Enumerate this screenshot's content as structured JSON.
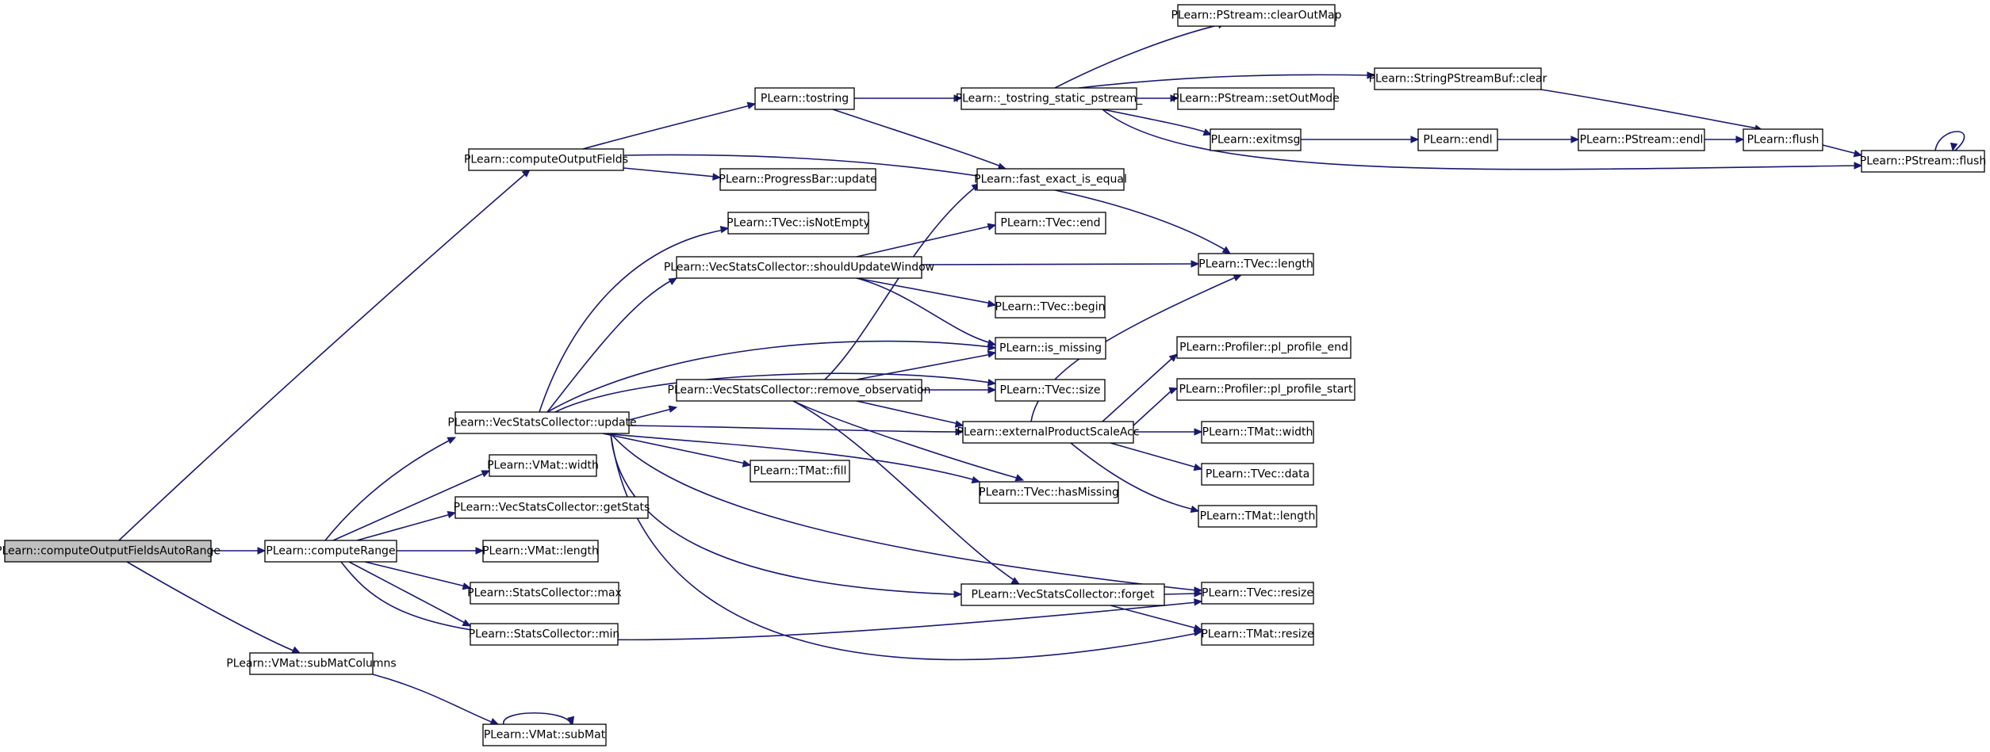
{
  "graph": {
    "edge_color": "#191970",
    "root_fill": "#bfbfbf",
    "nodes": {
      "root": "PLearn::computeOutputFieldsAutoRange",
      "computeOutputFields": "PLearn::computeOutputFields",
      "computeRange": "PLearn::computeRange",
      "subMatColumns": "PLearn::VMat::subMatColumns",
      "subMat": "PLearn::VMat::subMat",
      "tostring": "PLearn::tostring",
      "progressUpdate": "PLearn::ProgressBar::update",
      "tostringStatic": "PLearn::_tostring_static_pstream_",
      "clearOutMap": "PLearn::PStream::clearOutMap",
      "spbClear": "PLearn::StringPStreamBuf::clear",
      "setOutMode": "PLearn::PStream::setOutMode",
      "exitmsg": "PLearn::exitmsg",
      "endl": "PLearn::endl",
      "psEndl": "PLearn::PStream::endl",
      "flush": "PLearn::flush",
      "psFlush": "PLearn::PStream::flush",
      "fastExact": "PLearn::fast_exact_is_equal",
      "isNotEmpty": "PLearn::TVec::isNotEmpty",
      "tvecEnd": "PLearn::TVec::end",
      "shouldUpdate": "PLearn::VecStatsCollector::shouldUpdateWindow",
      "tvecLength": "PLearn::TVec::length",
      "tvecBegin": "PLearn::TVec::begin",
      "isMissing": "PLearn::is_missing",
      "plEnd": "PLearn::Profiler::pl_profile_end",
      "removeObs": "PLearn::VecStatsCollector::remove_observation",
      "tvecSize": "PLearn::TVec::size",
      "plStart": "PLearn::Profiler::pl_profile_start",
      "vscUpdate": "PLearn::VecStatsCollector::update",
      "extProd": "PLearn::externalProductScaleAcc",
      "tmatWidth": "PLearn::TMat::width",
      "vmatWidth": "PLearn::VMat::width",
      "tmatFill": "PLearn::TMat::fill",
      "tvecData": "PLearn::TVec::data",
      "hasMissing": "PLearn::TVec::hasMissing",
      "getStats": "PLearn::VecStatsCollector::getStats",
      "tmatLength": "PLearn::TMat::length",
      "vmatLength": "PLearn::VMat::length",
      "forget": "PLearn::VecStatsCollector::forget",
      "tvecResize": "PLearn::TVec::resize",
      "scMax": "PLearn::StatsCollector::max",
      "scMin": "PLearn::StatsCollector::min",
      "tmatResize": "PLearn::TMat::resize"
    }
  }
}
